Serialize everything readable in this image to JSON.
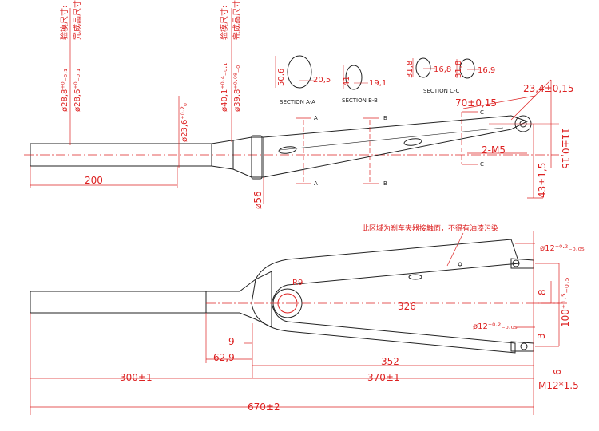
{
  "top_view": {
    "steerer_top_tol": "ø28,8⁺⁰₋₀.₁",
    "steerer_top_tol2": "ø28,6⁺⁰₋₀.₁",
    "label_mold": "验模尺寸:",
    "label_finished": "完成品尺寸:",
    "steerer_bottom_1": "ø40,1⁺⁰·⁴₋₀.₁",
    "steerer_bottom_2": "ø39,8⁺⁰·⁰⁸₋₀",
    "steerer_dia": "ø23,6⁺⁰·²₀",
    "length_200": "200",
    "crown_dia": "ø56",
    "dropout_23": "23,4±0,15",
    "dropout_70": "70±0,15",
    "dropout_11": "11±0,15",
    "thread_m5": "2-M5",
    "offset_43": "43±1,5",
    "marker_a": "A",
    "marker_b": "B",
    "marker_c": "C"
  },
  "sections": {
    "a": {
      "label": "SECTION A-A",
      "h": "50,6",
      "w": "20,5"
    },
    "b": {
      "label": "SECTION B-B",
      "h": "41",
      "w": "19,1"
    },
    "c": {
      "label": "SECTION C-C",
      "h1": "31,8",
      "w1": "16,8",
      "h2": "31,8",
      "w2": "16,9"
    }
  },
  "bottom_view": {
    "note": "此区域为刹车夹器接触面，不得有油漆污染",
    "dropout_top": "ø12⁺⁰·²₋₀.₀₅",
    "dropout_bottom": "ø12⁺⁰·²₋₀.₀₅",
    "brake_r": "R9",
    "tire_326": "326",
    "dim_9": "9",
    "dim_62_9": "62,9",
    "dim_352": "352",
    "dim_8": "8",
    "dim_100": "100⁺¹·⁵₋₀.₅",
    "dim_3": "3",
    "dim_6": "6",
    "dim_300": "300±1",
    "dim_370": "370±1",
    "thread_m12": "M12*1.5",
    "total_670": "670±2"
  }
}
